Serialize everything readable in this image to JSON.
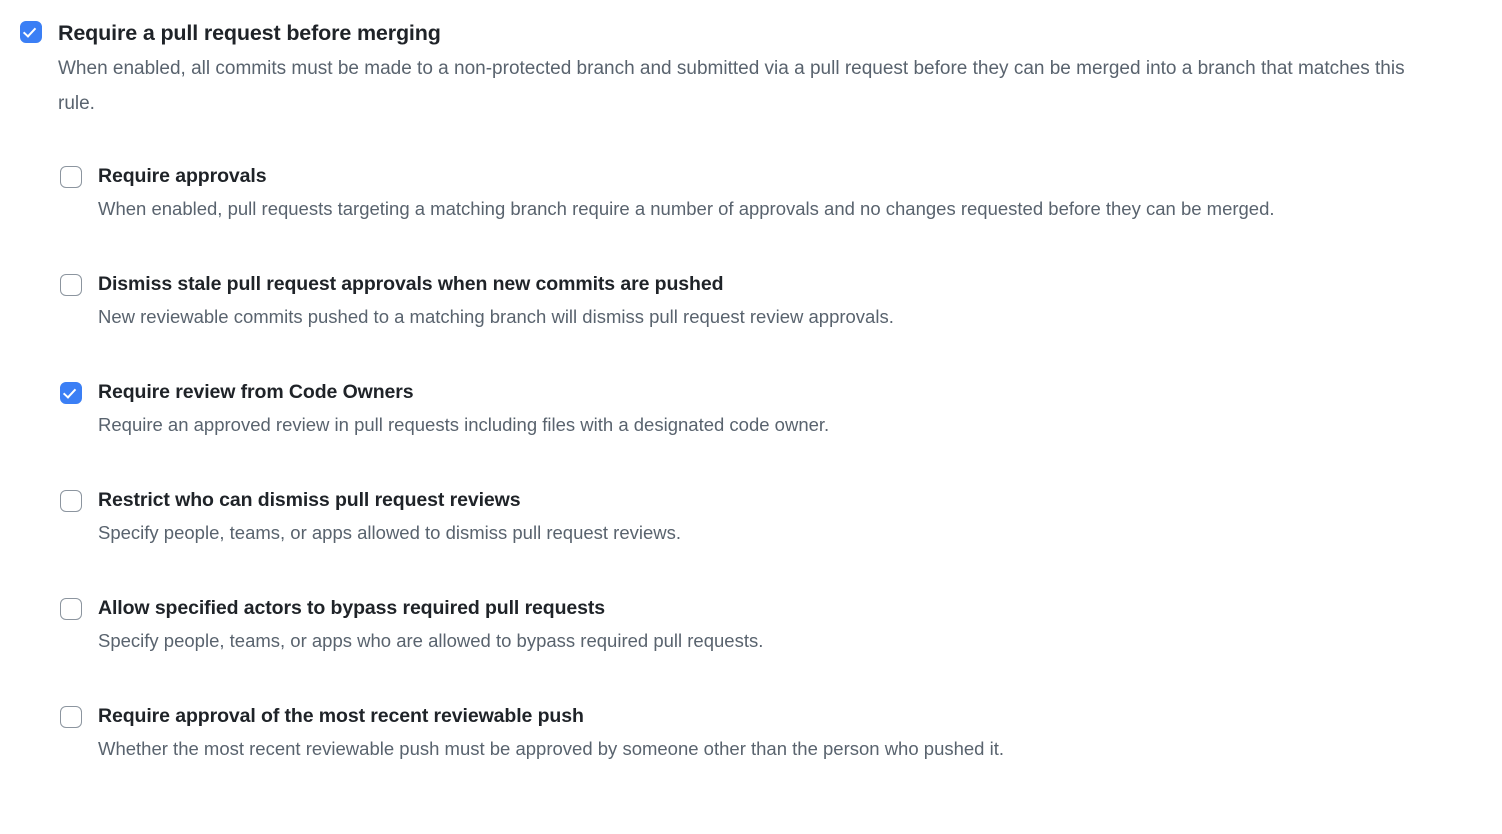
{
  "theme": {
    "accent_color": "#3b7ff5",
    "heading_color": "#1f2328",
    "description_color": "#59636e",
    "checkbox_border_color": "#8c959f",
    "background_color": "#ffffff"
  },
  "primary_rule": {
    "checked": true,
    "title": "Require a pull request before merging",
    "description": "When enabled, all commits must be made to a non-protected branch and submitted via a pull request before they can be merged into a branch that matches this rule."
  },
  "sub_rules": [
    {
      "checked": false,
      "title": "Require approvals",
      "description": "When enabled, pull requests targeting a matching branch require a number of approvals and no changes requested before they can be merged."
    },
    {
      "checked": false,
      "title": "Dismiss stale pull request approvals when new commits are pushed",
      "description": "New reviewable commits pushed to a matching branch will dismiss pull request review approvals."
    },
    {
      "checked": true,
      "title": "Require review from Code Owners",
      "description": "Require an approved review in pull requests including files with a designated code owner."
    },
    {
      "checked": false,
      "title": "Restrict who can dismiss pull request reviews",
      "description": "Specify people, teams, or apps allowed to dismiss pull request reviews."
    },
    {
      "checked": false,
      "title": "Allow specified actors to bypass required pull requests",
      "description": "Specify people, teams, or apps who are allowed to bypass required pull requests."
    },
    {
      "checked": false,
      "title": "Require approval of the most recent reviewable push",
      "description": "Whether the most recent reviewable push must be approved by someone other than the person who pushed it."
    }
  ]
}
